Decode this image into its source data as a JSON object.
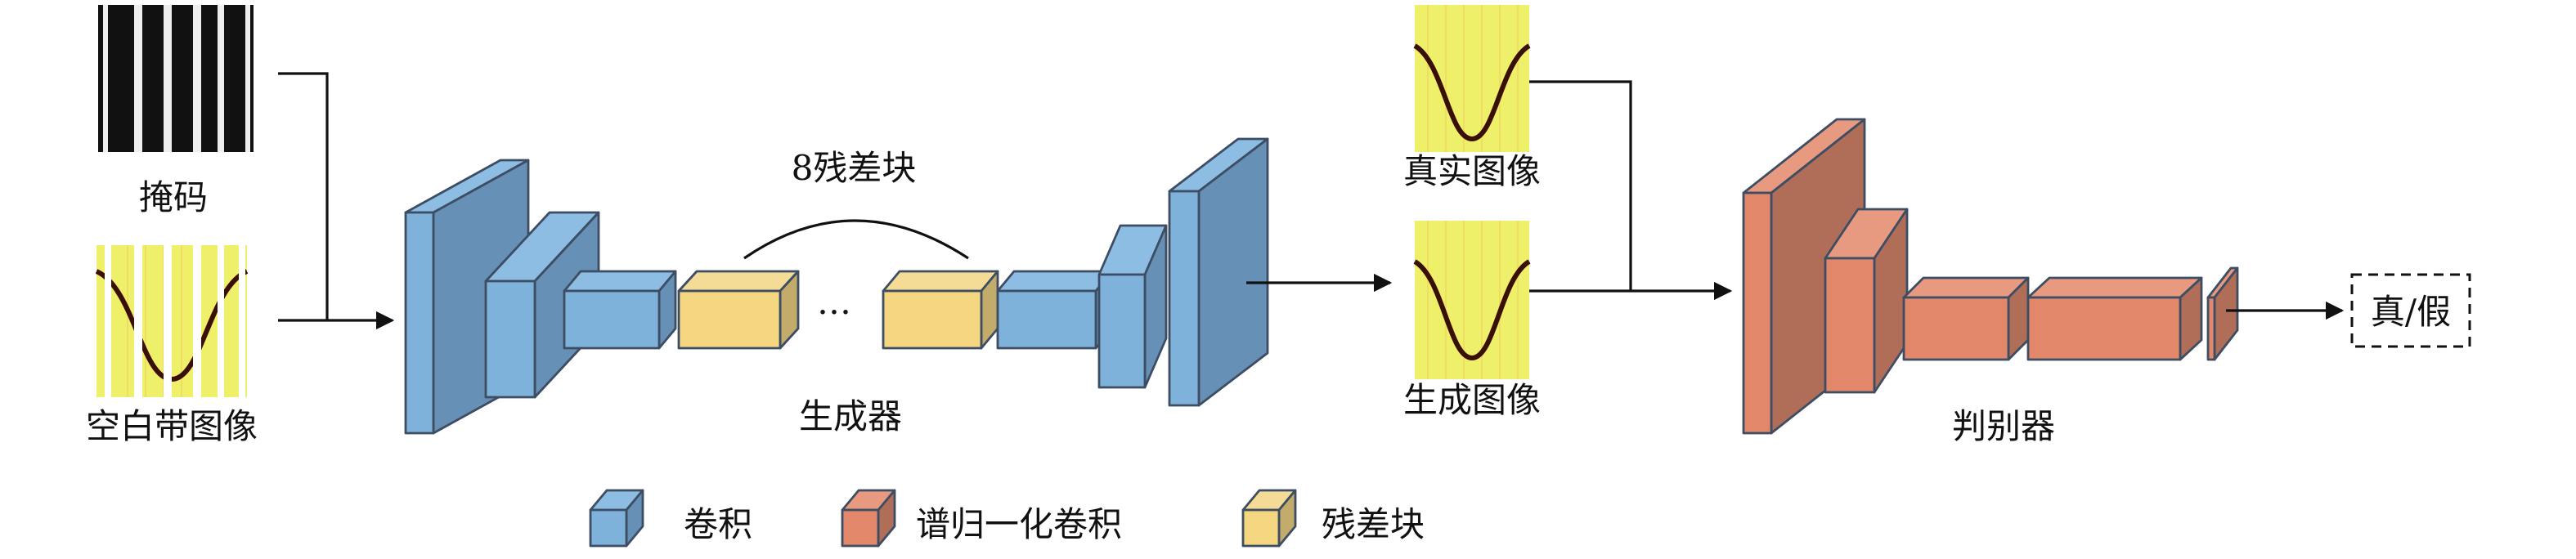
{
  "inputs": {
    "mask_label": "掩码",
    "blank_band_label": "空白带图像"
  },
  "generator": {
    "label": "生成器",
    "residual_group_label": "8残差块",
    "ellipsis": "…"
  },
  "images": {
    "real_label": "真实图像",
    "generated_label": "生成图像"
  },
  "discriminator": {
    "label": "判别器",
    "output_label": "真/假"
  },
  "legend": {
    "conv": "卷积",
    "sn_conv": "谱归一化卷积",
    "residual": "残差块"
  },
  "colors": {
    "conv_front": "#7fb2da",
    "conv_top": "#8dbde3",
    "conv_side": "#6690b5",
    "sn_front": "#e3876a",
    "sn_top": "#e89a80",
    "sn_side": "#b06e58",
    "res_front": "#f3d67f",
    "res_top": "#f4dc97",
    "res_side": "#c2ab6b",
    "edge": "#3d4d63",
    "band_yellow": "#eef06a"
  }
}
